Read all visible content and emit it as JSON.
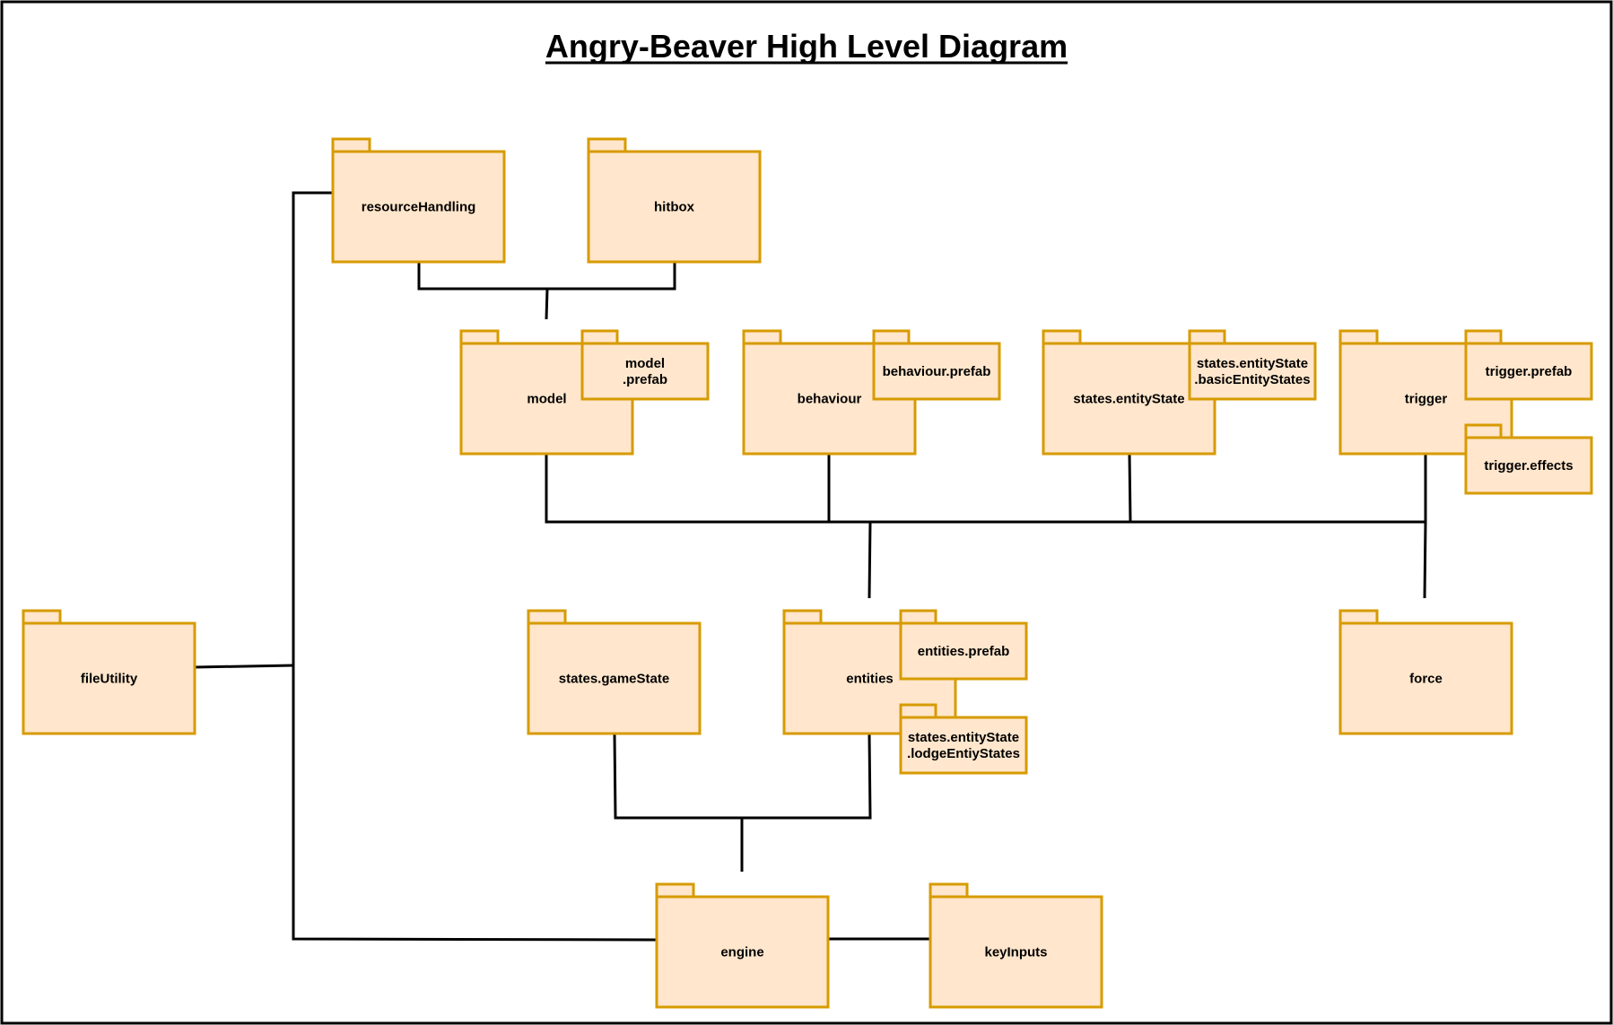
{
  "diagram": {
    "title": "Angry-Beaver High Level Diagram",
    "packages": [
      {
        "id": "resourceHandling",
        "label": [
          "resourceHandling"
        ]
      },
      {
        "id": "hitbox",
        "label": [
          "hitbox"
        ]
      },
      {
        "id": "model",
        "label": [
          "model"
        ]
      },
      {
        "id": "model-prefab",
        "label": [
          "model",
          ".prefab"
        ]
      },
      {
        "id": "behaviour",
        "label": [
          "behaviour"
        ]
      },
      {
        "id": "behaviour-prefab",
        "label": [
          "behaviour.prefab"
        ]
      },
      {
        "id": "states-entitystate",
        "label": [
          "states.entityState"
        ]
      },
      {
        "id": "states-entitystate-basic",
        "label": [
          "states.entityState",
          ".basicEntityStates"
        ]
      },
      {
        "id": "trigger",
        "label": [
          "trigger"
        ]
      },
      {
        "id": "trigger-prefab",
        "label": [
          "trigger.prefab"
        ]
      },
      {
        "id": "trigger-effects",
        "label": [
          "trigger.effects"
        ]
      },
      {
        "id": "fileutility",
        "label": [
          "fileUtility"
        ]
      },
      {
        "id": "states-gamestate",
        "label": [
          "states.gameState"
        ]
      },
      {
        "id": "entities",
        "label": [
          "entities"
        ]
      },
      {
        "id": "entities-prefab",
        "label": [
          "entities.prefab"
        ]
      },
      {
        "id": "states-entitystate-lodge",
        "label": [
          "states.entityState",
          ".lodgeEntiyStates"
        ]
      },
      {
        "id": "force",
        "label": [
          "force"
        ]
      },
      {
        "id": "engine",
        "label": [
          "engine"
        ]
      },
      {
        "id": "keyinputs",
        "label": [
          "keyInputs"
        ]
      }
    ],
    "connections": [
      [
        "resourceHandling",
        "model"
      ],
      [
        "hitbox",
        "model"
      ],
      [
        "model",
        "entities"
      ],
      [
        "behaviour",
        "entities"
      ],
      [
        "states-entitystate",
        "entities"
      ],
      [
        "trigger",
        "entities"
      ],
      [
        "trigger",
        "force"
      ],
      [
        "states-gamestate",
        "engine"
      ],
      [
        "entities",
        "engine"
      ],
      [
        "engine",
        "keyinputs"
      ],
      [
        "fileutility",
        "engine"
      ],
      [
        "fileutility",
        "resourceHandling"
      ]
    ]
  }
}
